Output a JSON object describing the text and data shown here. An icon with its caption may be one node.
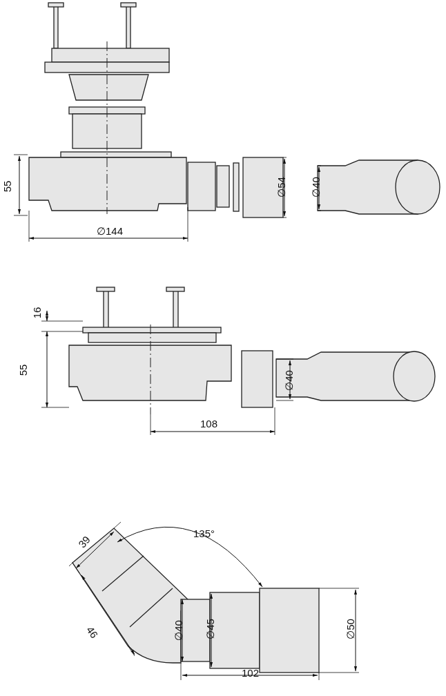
{
  "diagram": {
    "labels": [
      "55",
      "∅144",
      "∅54",
      "∅40",
      "16",
      "55",
      "∅40",
      "108",
      "39",
      "135°",
      "46",
      "∅40",
      "∅45",
      "∅50",
      "102"
    ]
  }
}
